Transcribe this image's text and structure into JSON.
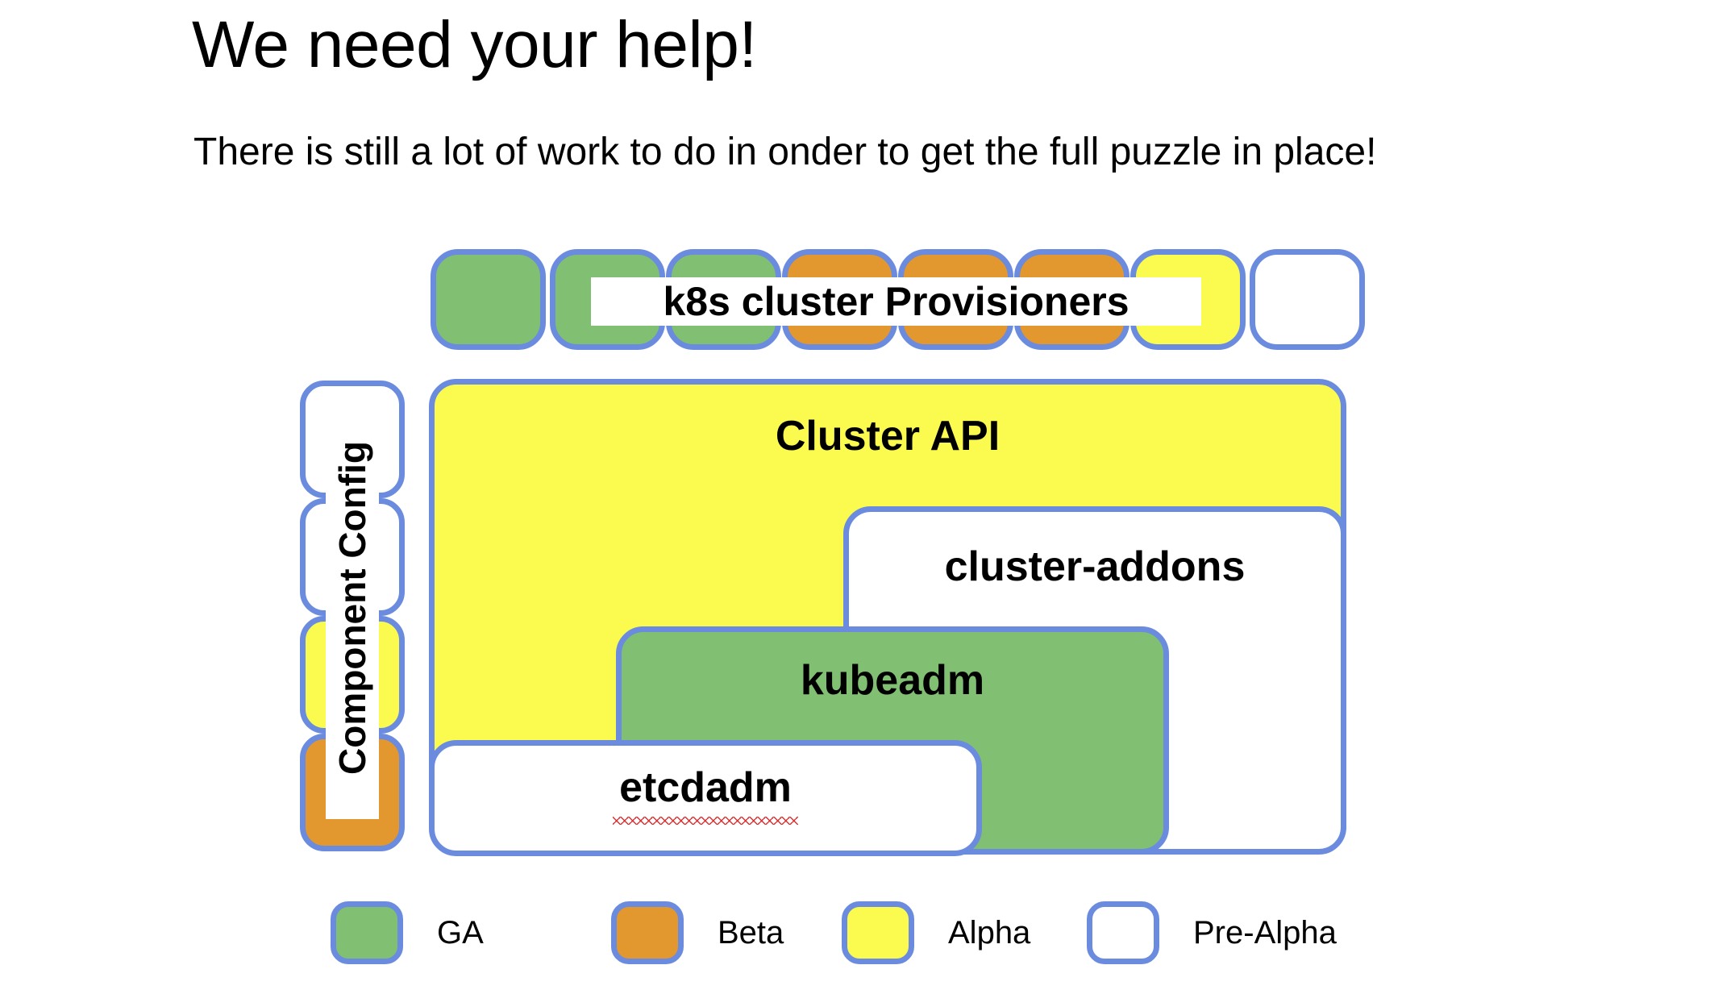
{
  "slide": {
    "title": "We need your help!",
    "subtitle": "There is still a lot of work to do in onder to get the full puzzle in place!"
  },
  "colors": {
    "border": "#6a8bde",
    "ga": "#81c073",
    "beta": "#e3972f",
    "alpha": "#fbfb4f",
    "pre_alpha": "#ffffff",
    "spellcheck_underline": "#e03030"
  },
  "provisioners": {
    "label": "k8s cluster Provisioners",
    "boxes": [
      {
        "status": "GA",
        "fill": "#81c073"
      },
      {
        "status": "GA",
        "fill": "#81c073"
      },
      {
        "status": "GA",
        "fill": "#81c073"
      },
      {
        "status": "Beta",
        "fill": "#e3972f"
      },
      {
        "status": "Beta",
        "fill": "#e3972f"
      },
      {
        "status": "Beta",
        "fill": "#e3972f"
      },
      {
        "status": "Alpha",
        "fill": "#fbfb4f"
      },
      {
        "status": "Pre-Alpha",
        "fill": "#ffffff"
      }
    ]
  },
  "component_config": {
    "label": "Component Config",
    "boxes": [
      {
        "status": "Pre-Alpha",
        "fill": "#ffffff"
      },
      {
        "status": "Pre-Alpha",
        "fill": "#ffffff"
      },
      {
        "status": "Alpha",
        "fill": "#fbfb4f"
      },
      {
        "status": "Beta",
        "fill": "#e3972f"
      }
    ]
  },
  "stack": {
    "cluster_api": {
      "label": "Cluster API",
      "status": "Alpha"
    },
    "cluster_addons": {
      "label": "cluster-addons",
      "status": "Pre-Alpha"
    },
    "kubeadm": {
      "label": "kubeadm",
      "status": "GA"
    },
    "etcdadm": {
      "label": "etcdadm",
      "status": "Pre-Alpha",
      "spellcheck_flagged": true
    }
  },
  "legend": {
    "items": [
      {
        "label": "GA",
        "fill": "#81c073"
      },
      {
        "label": "Beta",
        "fill": "#e3972f"
      },
      {
        "label": "Alpha",
        "fill": "#fbfb4f"
      },
      {
        "label": "Pre-Alpha",
        "fill": "#ffffff"
      }
    ]
  }
}
